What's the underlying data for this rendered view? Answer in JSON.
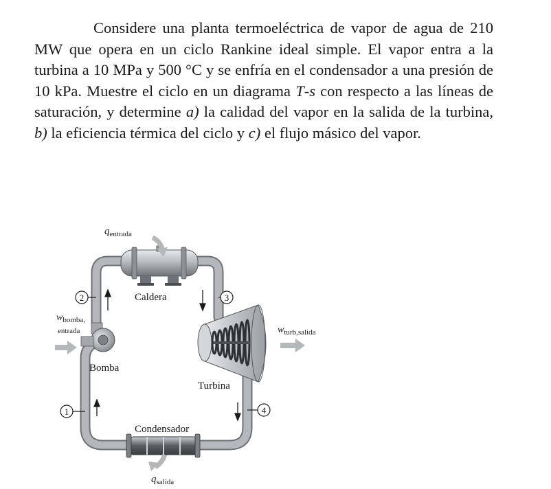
{
  "problem": {
    "seg1": "Considere una planta termoeléctrica de vapor de agua de 210 MW que opera en un ciclo Rankine ideal simple. El vapor entra a la turbina a 10 MPa y 500 °C y se enfría en el condensador a una presión de 10 kPa. Muestre el ciclo en un diagrama ",
    "ts_T": "T",
    "ts_dash": "-",
    "ts_s": "s",
    "seg2": " con respecto a las líneas de saturación, y determine ",
    "part_a": "a)",
    "seg3": " la calidad del vapor en la salida de la turbina, ",
    "part_b": "b)",
    "seg4": " la eficiencia térmica del ciclo y ",
    "part_c": "c)",
    "seg5": " el flujo másico del vapor."
  },
  "diagram": {
    "q_in_sym": "q",
    "q_in_sub": "entrada",
    "q_out_sym": "q",
    "q_out_sub": "salida",
    "w_pump_sym": "w",
    "w_pump_sub1": "bomba,",
    "w_pump_sub2": "entrada",
    "w_turb_sym": "w",
    "w_turb_sub": "turb,salida",
    "boiler": "Caldera",
    "pump": "Bomba",
    "turbine": "Turbina",
    "condenser": "Condensador",
    "state1": "1",
    "state2": "2",
    "state3": "3",
    "state4": "4"
  },
  "colors": {
    "pipe": "#a9adb1",
    "pipe_edge": "#6d7175",
    "equipment": "#9ea2a6",
    "arrow_gray": "#b5b8bb",
    "text": "#1a1a1a"
  }
}
